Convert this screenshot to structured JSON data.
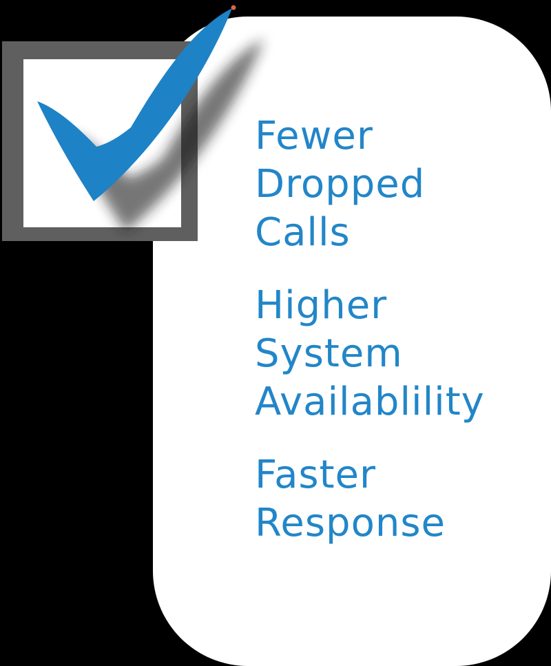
{
  "colors": {
    "background": "#000000",
    "card": "#ffffff",
    "checkbox_border": "#5f5f5f",
    "checkbox_fill": "#ffffff",
    "checkmark": "#1e82c6",
    "checkmark_tip": "#e0614d",
    "shadow": "#1a1a1a",
    "text": "#2286c8"
  },
  "benefits": [
    {
      "label": "Fewer Dropped Calls"
    },
    {
      "label": "Higher System Availablility"
    },
    {
      "label": "Faster Response"
    }
  ]
}
